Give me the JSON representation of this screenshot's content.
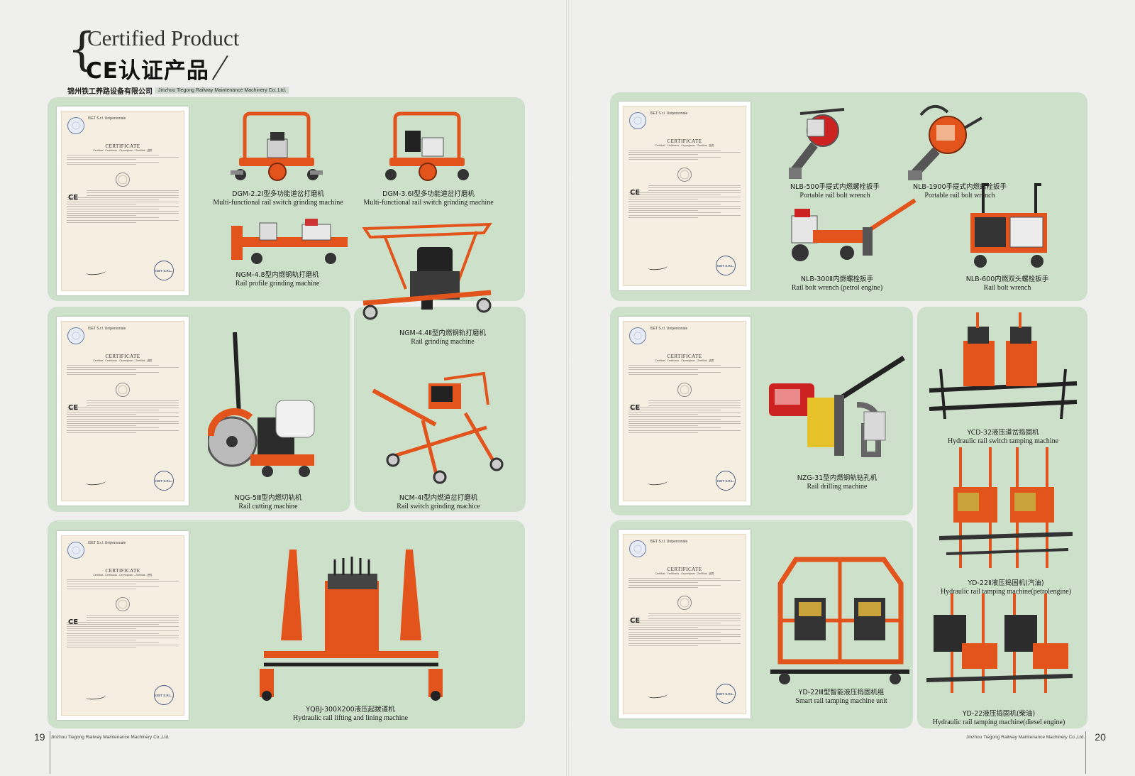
{
  "header": {
    "title_en": "Certified Product",
    "title_cn": "CE认证产品",
    "company_cn": "锦州铁工养路设备有限公司",
    "company_en": "Jinzhou Tiegong Railway Maintenance Machinery Co.,Ltd."
  },
  "certificate": {
    "company": "ISET S.r.l. Unipersonale",
    "title": "CERTIFICATE",
    "subtitle": "Certificat - Certificado - Сертификат - Zertifikat - 證書",
    "ce_mark": "CE",
    "stamp_text": "ISET S.R.L."
  },
  "products": [
    {
      "cn": "DGM-2.2Ⅰ型多功能道岔打磨机",
      "en": "Multi-functional rail switch grinding machine"
    },
    {
      "cn": "DGM-3.6Ⅰ型多功能道岔打磨机",
      "en": "Multi-functional rail switch grinding machine"
    },
    {
      "cn": "NGM-4.8型内燃钢轨打磨机",
      "en": "Rail profile grinding machine"
    },
    {
      "cn": "NGM-4.4Ⅱ型内燃钢轨打磨机",
      "en": "Rail grinding machine"
    },
    {
      "cn": "NQG-5Ⅲ型内燃切轨机",
      "en": "Rail cutting machine"
    },
    {
      "cn": "NCM-4Ⅰ型内燃道岔打磨机",
      "en": "Rail switch grinding machice"
    },
    {
      "cn": "YQBJ-300X200液压起拨道机",
      "en": "Hydraulic rail lifting and lining machine"
    },
    {
      "cn": "NLB-500手提式内燃螺栓扳手",
      "en": "Portable rail bolt wrench"
    },
    {
      "cn": "NLB-1900手提式内燃螺栓扳手",
      "en": "Portable rail bolt wrench"
    },
    {
      "cn": "NLB-300Ⅱ内燃螺栓扳手",
      "en": "Rail bolt wrench (petrol engine)"
    },
    {
      "cn": "NLB-600内燃双头螺栓扳手",
      "en": "Rail bolt wrench"
    },
    {
      "cn": "NZG-31型内燃钢轨钻孔机",
      "en": "Rail drilling machine"
    },
    {
      "cn": "YCD-32液压道岔捣固机",
      "en": "Hydraulic rail switch tamping machine"
    },
    {
      "cn": "YD-22Ⅱ液压捣固机(汽油)",
      "en": "Hydraulic rail tamping machine(petrolengine)"
    },
    {
      "cn": "YD-22Ⅲ型智能液压捣固机组",
      "en": "Smart rail tamping machine unit"
    },
    {
      "cn": "YD-22液压捣固机(柴油)",
      "en": "Hydraulic rail tamping machine(diesel engine)"
    }
  ],
  "footer": {
    "left_page": "19",
    "right_page": "20",
    "company": "Jinzhou Tiegong Railway Maintenance Machinery Co.,Ltd."
  },
  "colors": {
    "panel": "#cde0ca",
    "machine": "#e2541b",
    "background": "#efefee"
  }
}
